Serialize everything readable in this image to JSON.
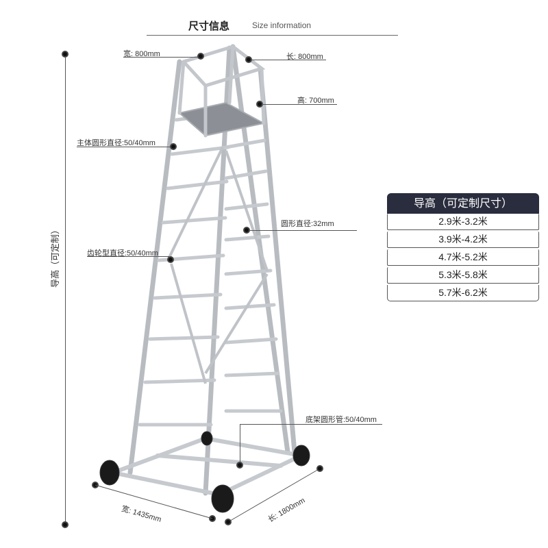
{
  "header": {
    "title": "尺寸信息",
    "subtitle": "Size information"
  },
  "vertical_label": "导高（可定制）",
  "annotations": {
    "width_top": "宽: 800mm",
    "length_top": "长: 800mm",
    "height_rail": "高: 700mm",
    "main_tube": "主体圆形直径:50/40mm",
    "round_diameter": "圆形直径:32mm",
    "gear_tube": "齿轮型直径:50/40mm",
    "base_tube": "底架圆形管:50/40mm",
    "base_width": "宽: 1435mm",
    "base_length": "长: 1800mm"
  },
  "spec_table": {
    "header": "导高（可定制尺寸）",
    "rows": [
      "2.9米-3.2米",
      "3.9米-4.2米",
      "4.7米-5.2米",
      "5.3米-5.8米",
      "5.7米-6.2米"
    ]
  },
  "colors": {
    "table_header_bg": "#2a2d3e",
    "ladder_metal": "#c9ccd0",
    "dot": "#111111"
  }
}
